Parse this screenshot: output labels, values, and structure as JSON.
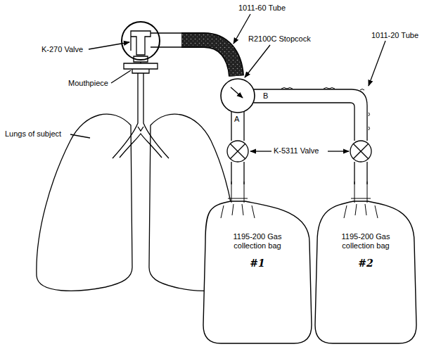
{
  "diagram": {
    "nodes": [
      {
        "text": [
          "1195-200 Gas collection bag",
          "#1"
        ]
      },
      {
        "text": [
          "1195-200 Gas collection bag",
          "#2"
        ]
      }
    ],
    "labels": [
      "1011-60 Tube",
      "K-270 Valve",
      "R2100C Stopcock",
      "1011-20 Tube",
      "Mouthpiece",
      "Lungs of subject",
      "K-5311 Valve",
      "A",
      "B"
    ]
  }
}
